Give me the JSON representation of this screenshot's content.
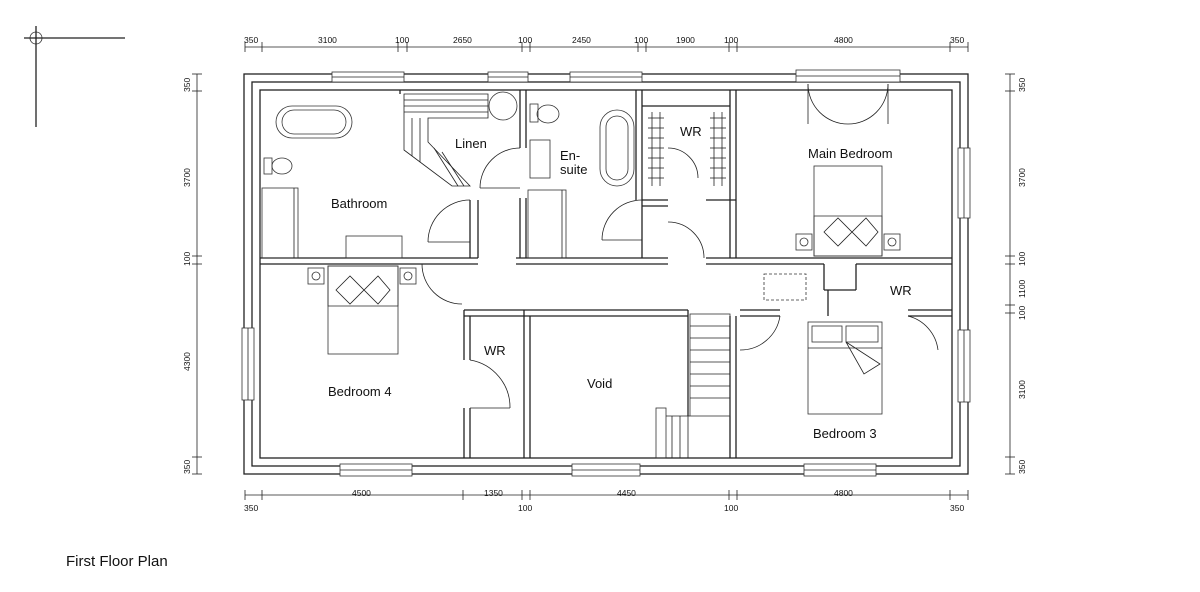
{
  "title": "First Floor Plan",
  "rooms": {
    "bathroom": "Bathroom",
    "linen": "Linen",
    "ensuite_line1": "En-",
    "ensuite_line2": "suite",
    "wr_top": "WR",
    "main_bedroom": "Main Bedroom",
    "wr_right": "WR",
    "bedroom_4": "Bedroom 4",
    "wr_left": "WR",
    "void": "Void",
    "bedroom_3": "Bedroom 3"
  },
  "dimensions": {
    "top": [
      "350",
      "3100",
      "100",
      "2650",
      "100",
      "2450",
      "100",
      "1900",
      "100",
      "4800",
      "350"
    ],
    "bottom_upper": [
      "4500",
      "1350",
      "4450",
      "4800"
    ],
    "bottom_lower": [
      "350",
      "100",
      "100",
      "350"
    ],
    "left": [
      "350",
      "3700",
      "100",
      "4300",
      "350"
    ],
    "right": [
      "350",
      "3700",
      "100",
      "1100",
      "100",
      "3100",
      "350"
    ]
  }
}
